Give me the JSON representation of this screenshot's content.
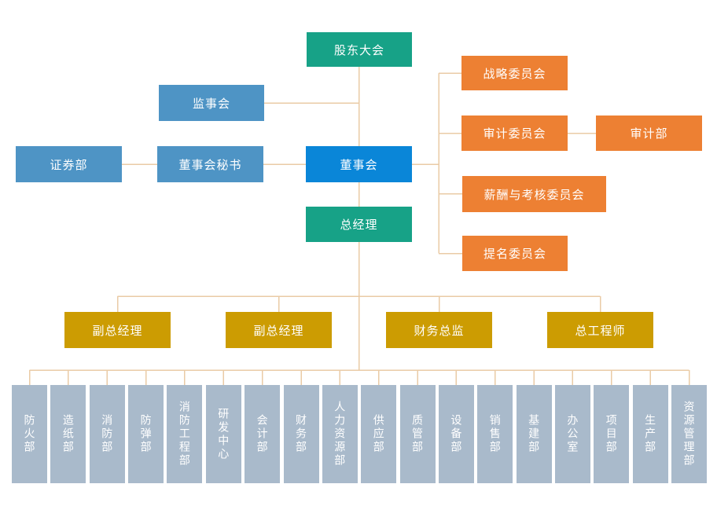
{
  "palette": {
    "teal": "#17a287",
    "blue": "#4e94c5",
    "bright_blue": "#0a86d8",
    "orange": "#ed8033",
    "gold": "#cc9c02",
    "gray_blue": "#a9bacb",
    "connector": "#eacba6",
    "text": "#ffffff"
  },
  "nodes": {
    "shareholders": "股东大会",
    "supervisory_board": "监事会",
    "securities_dept": "证券部",
    "board_secretary": "董事会秘书",
    "board": "董事会",
    "strategy_committee": "战略委员会",
    "audit_committee": "审计委员会",
    "audit_dept": "审计部",
    "compensation_committee": "薪酬与考核委员会",
    "nomination_committee": "提名委员会",
    "general_manager": "总经理",
    "deputy_gm_1": "副总经理",
    "deputy_gm_2": "副总经理",
    "cfo": "财务总监",
    "chief_engineer": "总工程师"
  },
  "departments": [
    "防火部",
    "造纸部",
    "消防部",
    "防弹部",
    "消防工程部",
    "研发中心",
    "会计部",
    "财务部",
    "人力资源部",
    "供应部",
    "质管部",
    "设备部",
    "销售部",
    "基建部",
    "办公室",
    "项目部",
    "生产部",
    "资源管理部"
  ]
}
